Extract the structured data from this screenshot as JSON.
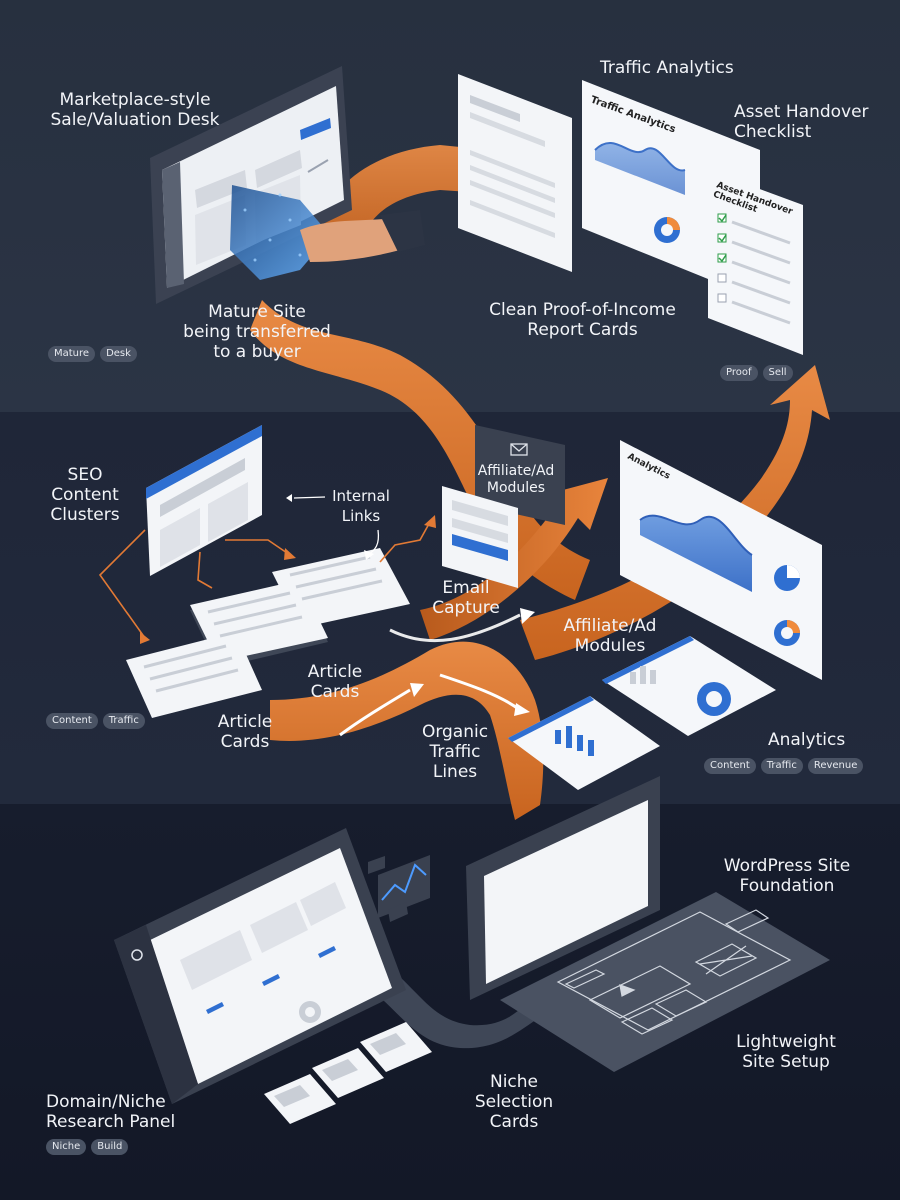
{
  "labels": {
    "marketplace": "Marketplace-style\nSale/Valuation Desk",
    "mature_site": "Mature Site\nbeing transferred\nto a buyer",
    "traffic_analytics": "Traffic Analytics",
    "asset_handover": "Asset Handover\nChecklist",
    "clean_proof": "Clean Proof-of-Income\nReport Cards",
    "seo_clusters": "SEO\nContent\nClusters",
    "internal_links": "Internal\nLinks",
    "affiliate_top": "Affiliate/Ad\nModules",
    "email_capture": "Email\nCapture",
    "affiliate_mid": "Affiliate/Ad\nModules",
    "article_cards_a": "Article\nCards",
    "article_cards_b": "Article\nCards",
    "organic_traffic": "Organic\nTraffic\nLines",
    "analytics": "Analytics",
    "wordpress": "WordPress Site\nFoundation",
    "lightweight": "Lightweight\nSite Setup",
    "niche_cards": "Niche\nSelection\nCards",
    "domain_niche": "Domain/Niche\nResearch Panel"
  },
  "panel_titles": {
    "traffic_analytics_card": "Traffic Analytics",
    "handover_card": "Asset Handover\nChecklist",
    "analytics_card": "Analytics"
  },
  "tags": {
    "top_left": [
      "Mature",
      "Desk"
    ],
    "top_right": [
      "Proof",
      "Sell"
    ],
    "mid_left": [
      "Content",
      "Traffic"
    ],
    "mid_right": [
      "Content",
      "Traffic",
      "Revenue"
    ],
    "bot_left": [
      "Niche",
      "Build"
    ]
  },
  "colors": {
    "orange": "#e27a35",
    "blue": "#2f6fd1",
    "card": "#f3f5f8",
    "dark_panel": "#3a4150"
  },
  "icons": [
    "handshake-icon",
    "envelope-icon",
    "wordpress-icon",
    "checkbox-icon",
    "pie-chart-icon",
    "donut-chart-icon",
    "bar-chart-icon",
    "line-chart-icon",
    "play-icon"
  ]
}
